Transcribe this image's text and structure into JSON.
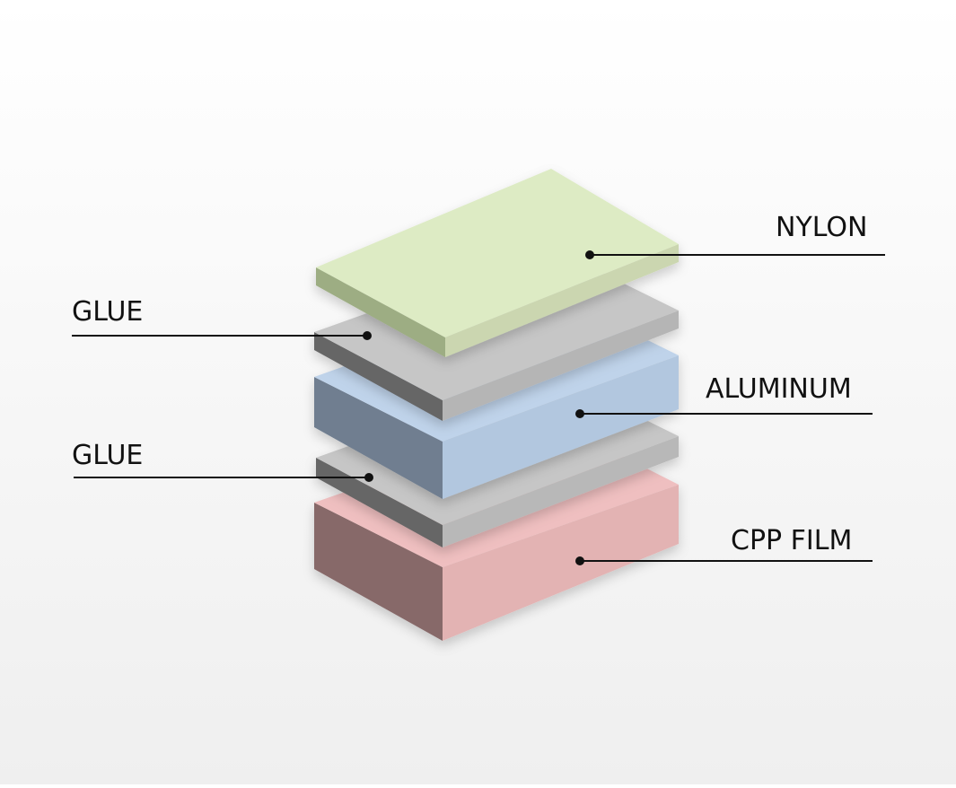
{
  "diagram": {
    "layers": [
      {
        "id": "nylon",
        "label": "NYLON",
        "top_color": "#ddebc4",
        "front_color": "#cbd6b0",
        "side_color": "#9dad83"
      },
      {
        "id": "glue-top",
        "label": "GLUE",
        "top_color": "#c6c6c6",
        "front_color": "#b5b5b5",
        "side_color": "#666666"
      },
      {
        "id": "aluminum",
        "label": "ALUMINUM",
        "top_color": "#bfd3ea",
        "front_color": "#b2c7df",
        "side_color": "#6f7e90"
      },
      {
        "id": "glue-bottom",
        "label": "GLUE",
        "top_color": "#c6c6c6",
        "front_color": "#b8b8b8",
        "side_color": "#666666"
      },
      {
        "id": "cpp-film",
        "label": "CPP FILM",
        "top_color": "#efbfc0",
        "front_color": "#e3b3b3",
        "side_color": "#876969"
      }
    ],
    "leader_color": "#111111"
  }
}
